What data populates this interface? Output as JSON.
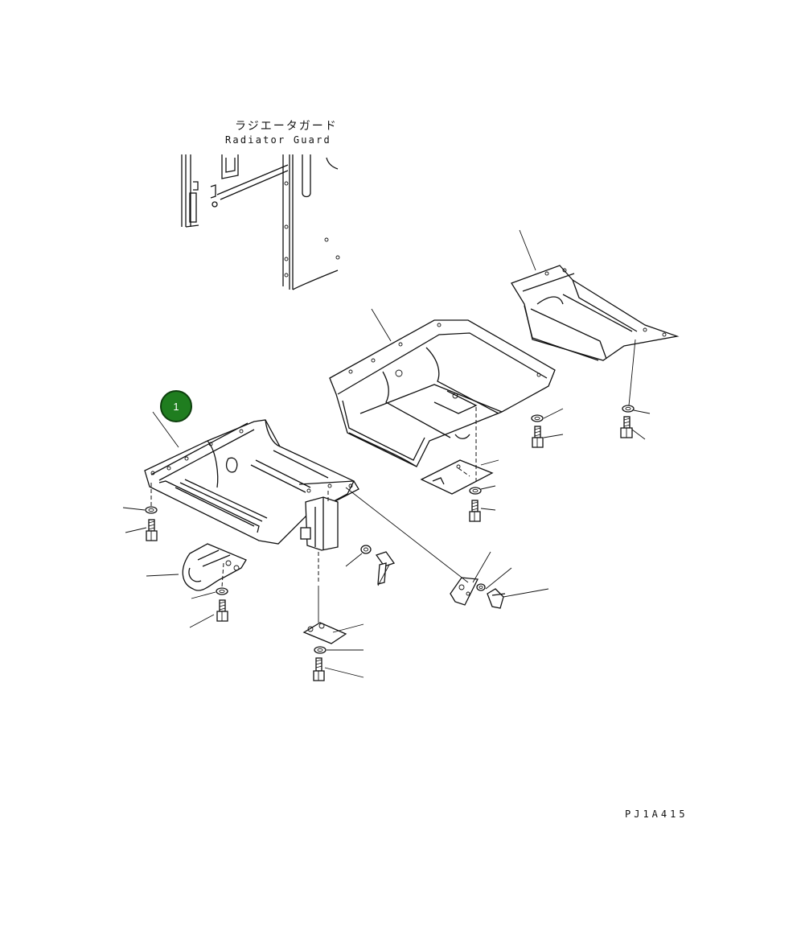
{
  "diagram": {
    "title_jp": "ラジエータガード",
    "title_en": "Radiator Guard",
    "drawing_code": "PJ1A415",
    "callouts": [
      {
        "label": "1",
        "color": "#1f7d1f"
      }
    ]
  }
}
